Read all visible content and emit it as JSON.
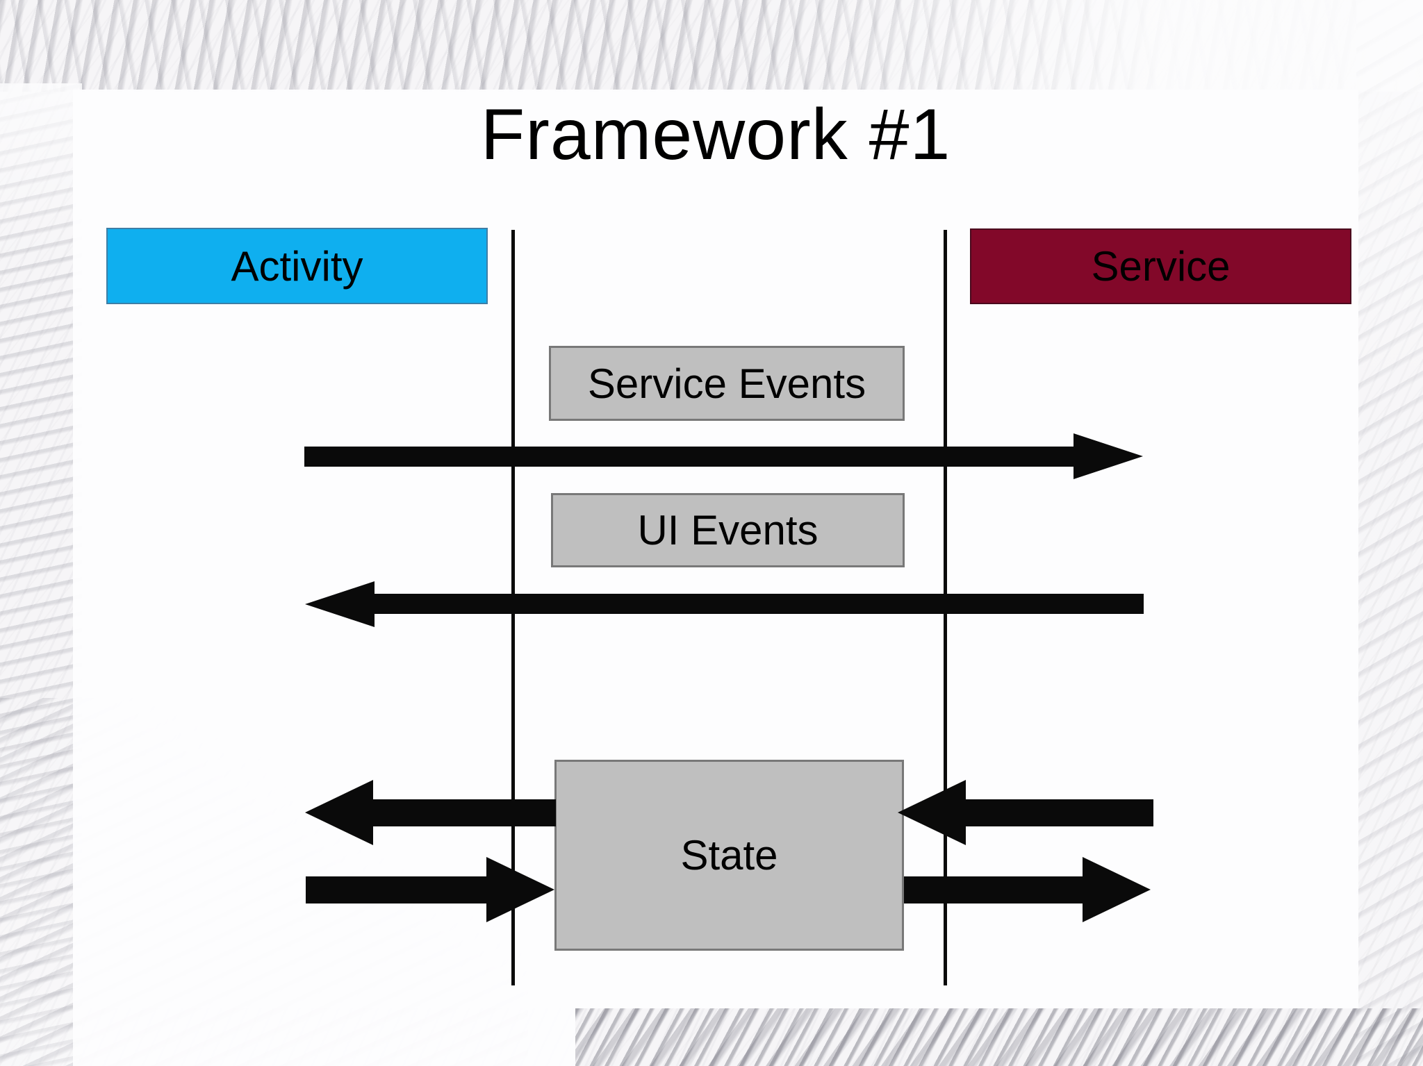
{
  "slide": {
    "title": "Framework #1",
    "lanes": {
      "activity_label": "Activity",
      "service_label": "Service"
    },
    "boxes": {
      "service_events_label": "Service Events",
      "ui_events_label": "UI Events",
      "state_label": "State"
    },
    "arrows": [
      {
        "name": "service-events-arrow",
        "row": "service-events",
        "direction": "right"
      },
      {
        "name": "ui-events-arrow",
        "row": "ui-events",
        "direction": "left"
      },
      {
        "name": "state-to-activity-arrow",
        "row": "state-upper-left",
        "direction": "left"
      },
      {
        "name": "activity-to-state-arrow",
        "row": "state-lower-left",
        "direction": "right"
      },
      {
        "name": "service-to-state-arrow",
        "row": "state-upper-right",
        "direction": "left"
      },
      {
        "name": "state-to-service-arrow",
        "row": "state-lower-right",
        "direction": "right"
      }
    ]
  },
  "colors": {
    "activity_fill": "#0fafef",
    "service_fill": "#820829",
    "event_fill": "#bfbfbf",
    "arrow": "#0a0a0a",
    "text": "#000000"
  }
}
